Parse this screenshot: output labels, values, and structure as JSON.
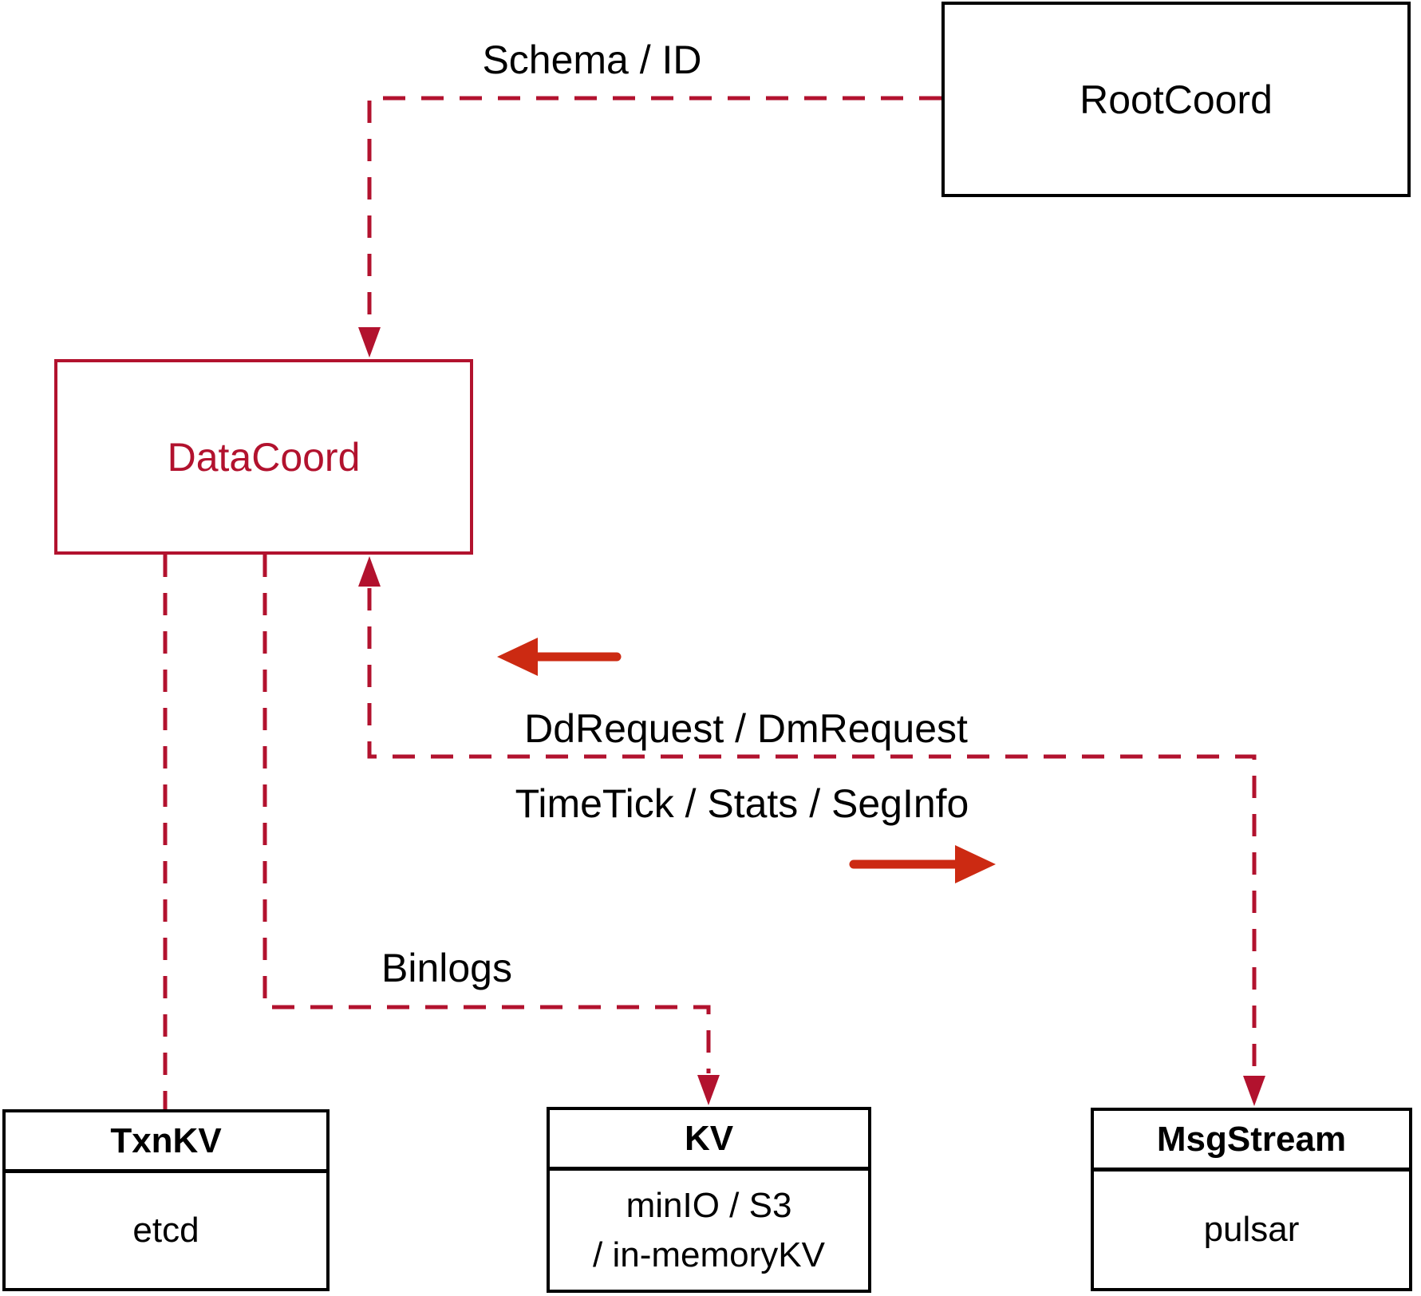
{
  "nodes": {
    "rootcoord": {
      "label": "RootCoord"
    },
    "datacoord": {
      "label": "DataCoord"
    },
    "txnkv": {
      "title": "TxnKV",
      "body": "etcd"
    },
    "kv": {
      "title": "KV",
      "body_line1": "minIO / S3",
      "body_line2": "/ in-memoryKV"
    },
    "msgstream": {
      "title": "MsgStream",
      "body": "pulsar"
    }
  },
  "edge_labels": {
    "schema_id": "Schema / ID",
    "ddrequest": "DdRequest / DmRequest",
    "timetick": "TimeTick / Stats / SegInfo",
    "binlogs": "Binlogs"
  },
  "colors": {
    "connector_crimson": "#b2122e",
    "solid_arrow_red": "#cc2a12",
    "node_border_black": "#000000"
  }
}
